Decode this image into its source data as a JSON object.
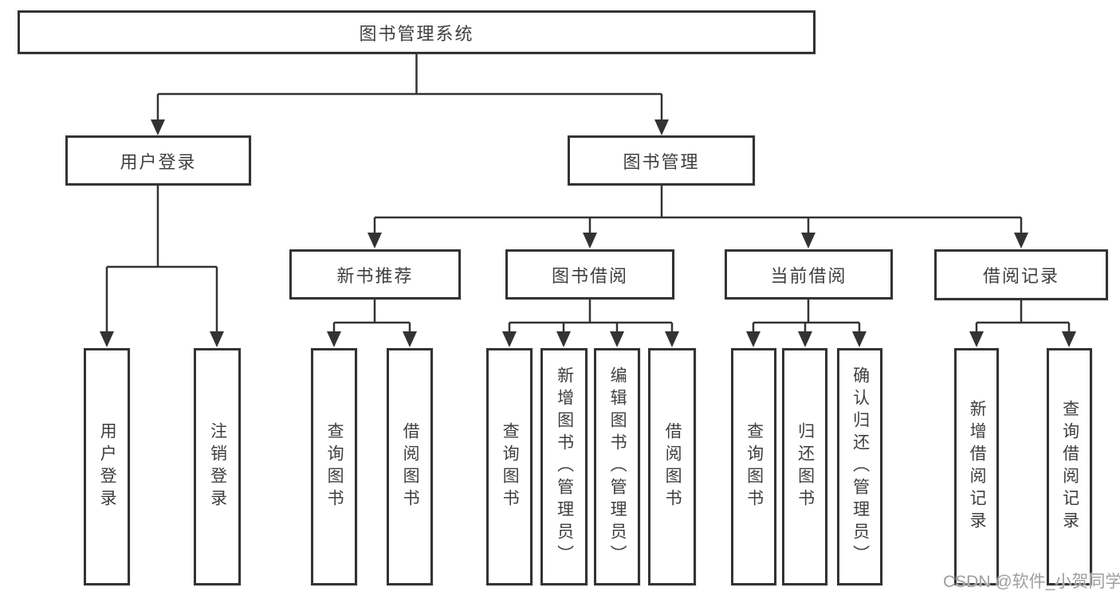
{
  "diagram": {
    "root": {
      "label": "图书管理系统"
    },
    "level2": [
      {
        "id": "user-login",
        "label": "用户登录"
      },
      {
        "id": "book-management",
        "label": "图书管理"
      }
    ],
    "level3": [
      {
        "id": "new-book-recommend",
        "label": "新书推荐"
      },
      {
        "id": "book-borrow",
        "label": "图书借阅"
      },
      {
        "id": "current-borrow",
        "label": "当前借阅"
      },
      {
        "id": "borrow-records",
        "label": "借阅记录"
      }
    ],
    "leaves": {
      "user_login": [
        "用户登录",
        "注销登录"
      ],
      "new_book_recommend": [
        "查询图书",
        "借阅图书"
      ],
      "book_borrow": [
        "查询图书",
        "新增图书（管理员）",
        "编辑图书（管理员）",
        "借阅图书"
      ],
      "current_borrow": [
        "查询图书",
        "归还图书",
        "确认归还（管理员）"
      ],
      "borrow_records": [
        "新增借阅记录",
        "查询借阅记录"
      ]
    }
  },
  "watermark": {
    "text": "CSDN @软件_小贺同学"
  },
  "colors": {
    "line": "#333333",
    "box_border": "#333333",
    "text": "#3f3f3f",
    "background": "#ffffff",
    "watermark": "#8e8e8e"
  }
}
